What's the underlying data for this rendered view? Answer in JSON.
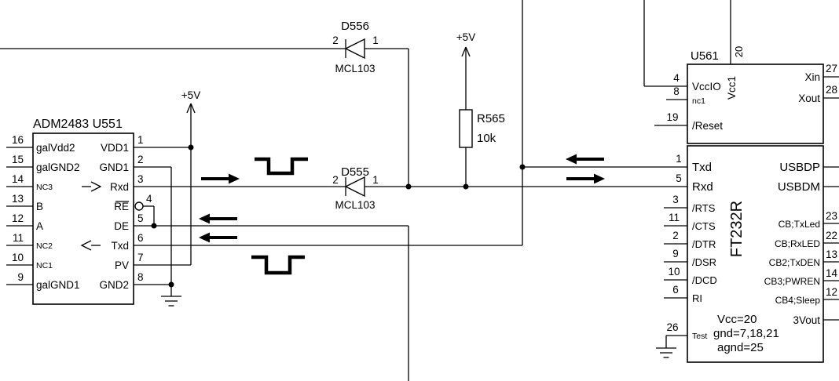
{
  "colors": {
    "ink": "#000000",
    "bg": "#ffffff"
  },
  "power": {
    "plus5v": "+5V"
  },
  "adm2483": {
    "title": "ADM2483 U551",
    "left_pins": [
      {
        "num": "16",
        "label": "galVdd2"
      },
      {
        "num": "15",
        "label": "galGND2"
      },
      {
        "num": "14",
        "label": "NC3"
      },
      {
        "num": "13",
        "label": "B"
      },
      {
        "num": "12",
        "label": "A"
      },
      {
        "num": "11",
        "label": "NC2"
      },
      {
        "num": "10",
        "label": "NC1"
      },
      {
        "num": "9",
        "label": "galGND1"
      }
    ],
    "right_pins": [
      {
        "num": "1",
        "label": "VDD1"
      },
      {
        "num": "2",
        "label": "GND1"
      },
      {
        "num": "3",
        "label": "Rxd"
      },
      {
        "num": "4",
        "label": "RE"
      },
      {
        "num": "5",
        "label": "DE"
      },
      {
        "num": "6",
        "label": "Txd"
      },
      {
        "num": "7",
        "label": "PV"
      },
      {
        "num": "8",
        "label": "GND2"
      }
    ]
  },
  "d556": {
    "ref": "D556",
    "part": "MCL103",
    "pin2": "2",
    "pin1": "1"
  },
  "d555": {
    "ref": "D555",
    "part": "MCL103",
    "pin2": "2",
    "pin1": "1"
  },
  "r565": {
    "ref": "R565",
    "value": "10k"
  },
  "u561": {
    "title": "U561",
    "top_pin": {
      "num": "20",
      "label": "Vcc1"
    },
    "left_pins": [
      {
        "num": "4",
        "label": "VccIO"
      },
      {
        "num": "8",
        "label": "nc1"
      },
      {
        "num": "19",
        "label": "/Reset"
      }
    ],
    "right_pins": [
      {
        "num": "27",
        "label": "Xin"
      },
      {
        "num": "28",
        "label": "Xout"
      }
    ]
  },
  "ft232r": {
    "part": "FT232R",
    "left_pins": [
      {
        "num": "1",
        "label": "Txd"
      },
      {
        "num": "5",
        "label": "Rxd"
      },
      {
        "num": "3",
        "label": "/RTS"
      },
      {
        "num": "11",
        "label": "/CTS"
      },
      {
        "num": "2",
        "label": "/DTR"
      },
      {
        "num": "9",
        "label": "/DSR"
      },
      {
        "num": "10",
        "label": "/DCD"
      },
      {
        "num": "6",
        "label": "RI"
      },
      {
        "num": "26",
        "label": "Test"
      }
    ],
    "right_pins_usb": [
      {
        "label": "USBDP"
      },
      {
        "label": "USBDM"
      }
    ],
    "right_pins_cbus": [
      {
        "num": "23",
        "label": "CB;TxLed"
      },
      {
        "num": "22",
        "label": "CB;RxLED"
      },
      {
        "num": "13",
        "label": "CB2;TxDEN"
      },
      {
        "num": "14",
        "label": "CB3;PWREN"
      },
      {
        "num": "12",
        "label": "CB4;Sleep"
      },
      {
        "label": "3Vout"
      }
    ],
    "notes": [
      "Vcc=20",
      "gnd=7,18,21",
      "agnd=25"
    ]
  }
}
